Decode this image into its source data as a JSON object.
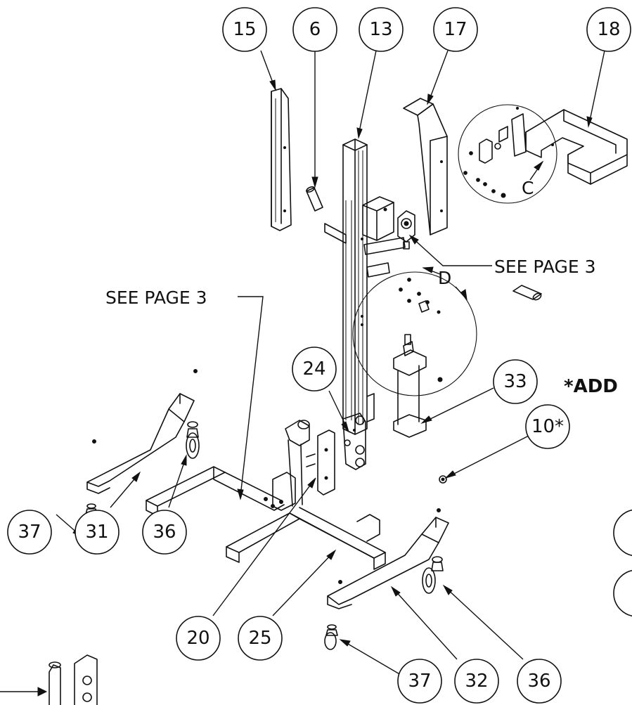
{
  "balloons": [
    {
      "id": "b-15",
      "label": "15"
    },
    {
      "id": "b-6",
      "label": "6"
    },
    {
      "id": "b-13",
      "label": "13"
    },
    {
      "id": "b-17",
      "label": "17"
    },
    {
      "id": "b-18",
      "label": "18"
    },
    {
      "id": "b-24",
      "label": "24"
    },
    {
      "id": "b-33",
      "label": "33"
    },
    {
      "id": "b-10",
      "label": "10*"
    },
    {
      "id": "b-37a",
      "label": "37"
    },
    {
      "id": "b-31",
      "label": "31"
    },
    {
      "id": "b-36a",
      "label": "36"
    },
    {
      "id": "b-20",
      "label": "20"
    },
    {
      "id": "b-25",
      "label": "25"
    },
    {
      "id": "b-37b",
      "label": "37"
    },
    {
      "id": "b-32",
      "label": "32"
    },
    {
      "id": "b-36b",
      "label": "36"
    }
  ],
  "labels": {
    "see_page_right": "SEE PAGE 3",
    "see_page_left": "SEE PAGE 3",
    "detail_c": "C",
    "detail_d": "D",
    "add_note": "*ADD"
  }
}
